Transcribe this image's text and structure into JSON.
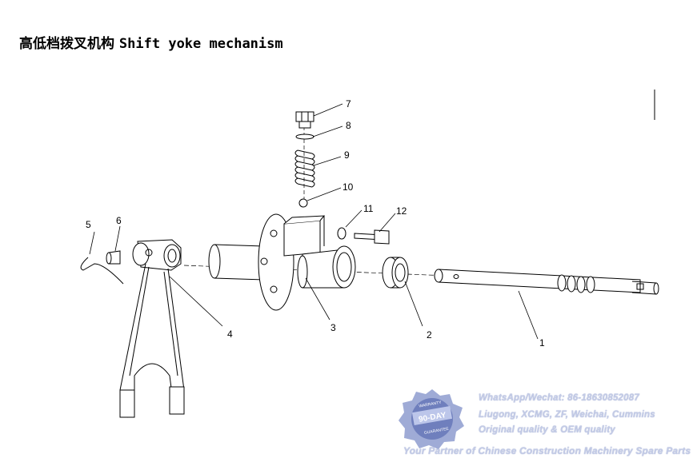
{
  "title": {
    "chinese": "高低档拨叉机构",
    "english": "Shift yoke mechanism"
  },
  "callouts": [
    "1",
    "2",
    "3",
    "4",
    "5",
    "6",
    "7",
    "8",
    "9",
    "10",
    "11",
    "12"
  ],
  "watermark": {
    "badge_top": "WARRANTY",
    "badge_mid": "90-DAY",
    "badge_bottom": "GUARANTEE",
    "line1": "WhatsApp/Wechat: 86-18630852087",
    "line2": "Liugong, XCMG, ZF, Weichai, Cummins",
    "line3": "Original quality & OEM quality",
    "line4": "Your Partner of Chinese Construction Machinery Spare Parts",
    "color": "#b9c2e2"
  }
}
